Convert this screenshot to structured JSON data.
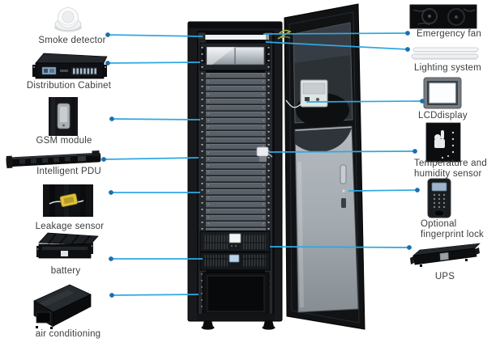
{
  "diagram": {
    "subject": "network cabinet components diagram",
    "colors": {
      "leader_line": "#2fa8e1",
      "leader_dot": "#1c6fad",
      "label_text": "#3c3d3e",
      "background": "#ffffff"
    },
    "cabinet": {
      "description": "server rack cabinet with open front door"
    },
    "left_items": [
      {
        "label": "Smoke detector"
      },
      {
        "label": "Distribution Cabinet"
      },
      {
        "label": "GSM module"
      },
      {
        "label": "Intelligent PDU"
      },
      {
        "label": "Leakage sensor"
      },
      {
        "label": "battery"
      },
      {
        "label": "air conditioning"
      }
    ],
    "right_items": [
      {
        "label": "Emergency fan"
      },
      {
        "label": "Lighting system"
      },
      {
        "label": "LCDdisplay"
      },
      {
        "label": "Temperature and",
        "label2": "humidity sensor"
      },
      {
        "label": "Optional",
        "label2": "fingerprint lock"
      },
      {
        "label": "UPS"
      }
    ]
  }
}
